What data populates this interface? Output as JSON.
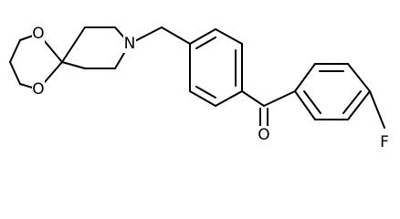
{
  "atoms": {
    "nitrogen": "N",
    "oxygen_top": "O",
    "oxygen_bottom": "O",
    "oxygen_ketone": "O",
    "fluorine": "F"
  },
  "colors": {
    "bond": "#000000",
    "background": "#ffffff"
  }
}
